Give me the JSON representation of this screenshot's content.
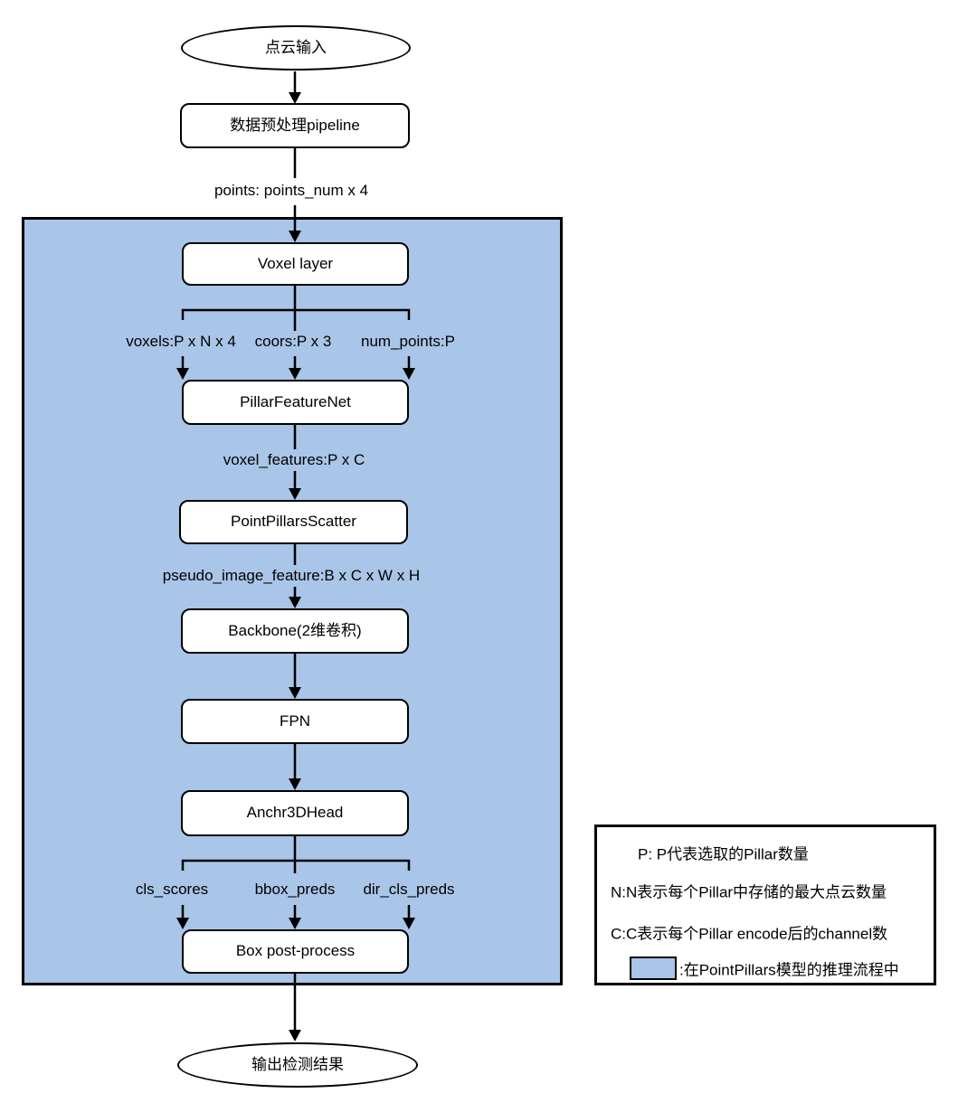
{
  "diagram": {
    "nodes": {
      "input": {
        "label": "点云输入"
      },
      "preprocess": {
        "label": "数据预处理pipeline"
      },
      "voxel_layer": {
        "label": "Voxel layer"
      },
      "pillar_feature_net": {
        "label": "PillarFeatureNet"
      },
      "point_pillars_scatter": {
        "label": "PointPillarsScatter"
      },
      "backbone": {
        "label": "Backbone(2维卷积)"
      },
      "fpn": {
        "label": "FPN"
      },
      "anchr3dhead": {
        "label": "Anchr3DHead"
      },
      "box_post_process": {
        "label": "Box post-process"
      },
      "output": {
        "label": "输出检测结果"
      }
    },
    "edge_labels": {
      "points": "points: points_num x 4",
      "voxels": "voxels:P x N x 4",
      "coors": "coors:P x 3",
      "num_points": "num_points:P",
      "voxel_features": "voxel_features:P x C",
      "pseudo_image_feature": "pseudo_image_feature:B x C x W x H",
      "cls_scores": "cls_scores",
      "bbox_preds": "bbox_preds",
      "dir_cls_preds": "dir_cls_preds"
    },
    "legend": {
      "lines": [
        "P: P代表选取的Pillar数量",
        "N:N表示每个Pillar中存储的最大点云数量",
        "C:C表示每个Pillar encode后的channel数"
      ],
      "swatch_label": ":在PointPillars模型的推理流程中"
    },
    "colors": {
      "region_fill": "#a9c5e8",
      "stroke": "#000000",
      "node_fill": "#ffffff"
    }
  }
}
